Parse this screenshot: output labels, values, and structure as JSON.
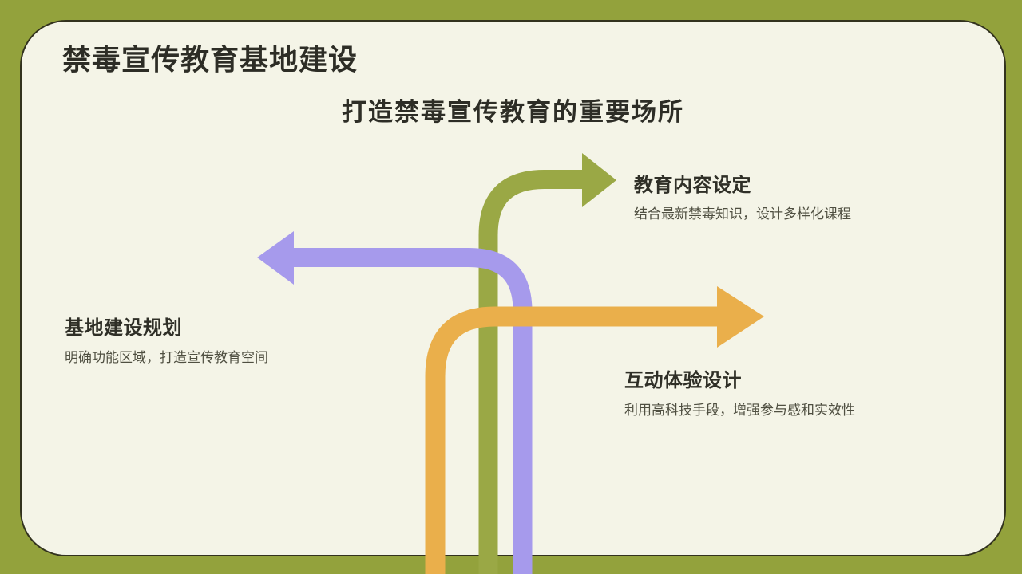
{
  "slide": {
    "title": "禁毒宣传教育基地建设",
    "subtitle": "打造禁毒宣传教育的重要场所",
    "items": [
      {
        "heading": "教育内容设定",
        "desc": "结合最新禁毒知识，设计多样化课程",
        "color": "#9AA845",
        "arrow_direction": "up-then-right"
      },
      {
        "heading": "基地建设规划",
        "desc": "明确功能区域，打造宣传教育空间",
        "color": "#A69AEC",
        "arrow_direction": "up-then-left"
      },
      {
        "heading": "互动体验设计",
        "desc": "利用高科技手段，增强参与感和实效性",
        "color": "#EAAF4B",
        "arrow_direction": "up-then-right"
      }
    ],
    "theme": {
      "frame_color": "#93A23C",
      "card_background": "#F4F4E7",
      "card_border_color": "#32321E",
      "title_color": "#2D2D26",
      "body_text_color": "#4F4F41"
    }
  }
}
